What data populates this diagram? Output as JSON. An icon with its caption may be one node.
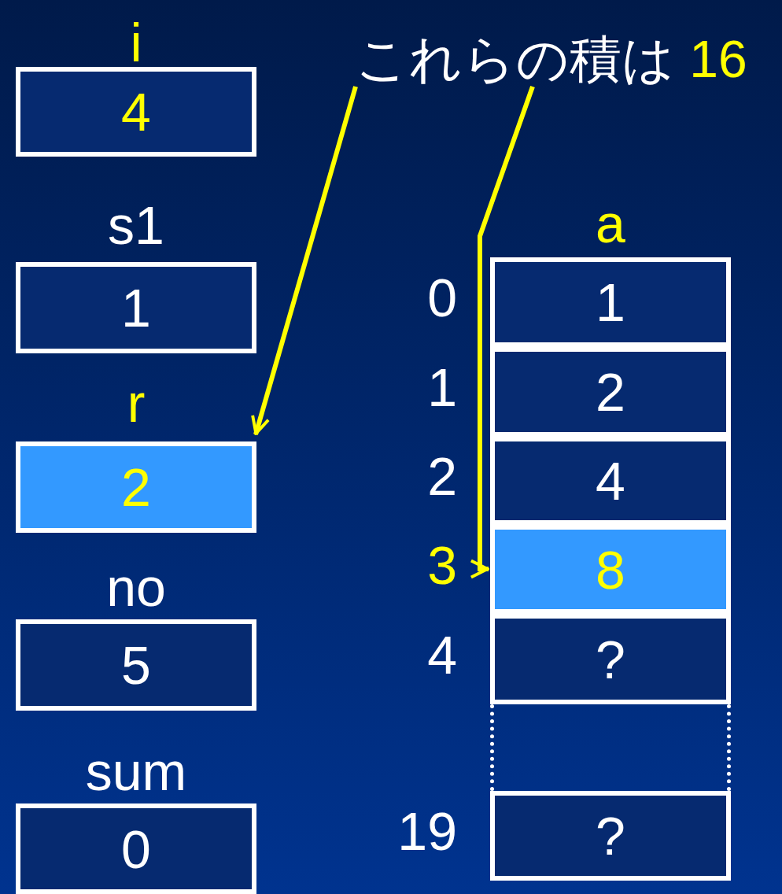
{
  "diagram": {
    "nodes": [
      {
        "text": [
          "i",
          "4"
        ]
      },
      {
        "text": [
          "s1",
          "1"
        ]
      },
      {
        "text": [
          "r",
          "2"
        ]
      },
      {
        "text": [
          "no",
          "5"
        ]
      },
      {
        "text": [
          "sum",
          "0"
        ]
      },
      {
        "text": [
          "これらの積は",
          "16"
        ]
      },
      {
        "text": [
          "a"
        ]
      },
      {
        "text": [
          "1"
        ],
        "in": 6,
        "beside": [
          "0"
        ]
      },
      {
        "text": [
          "2"
        ],
        "in": 6,
        "beside": [
          "1"
        ]
      },
      {
        "text": [
          "4"
        ],
        "in": 6,
        "beside": [
          "2"
        ]
      },
      {
        "text": [
          "8"
        ],
        "in": 6,
        "beside": [
          "3"
        ]
      },
      {
        "text": [
          "?"
        ],
        "in": 6,
        "beside": [
          "4"
        ]
      },
      {
        "text": [],
        "shape": "box",
        "in": 6
      },
      {
        "text": [
          "?"
        ],
        "in": 6,
        "beside": [
          "19"
        ]
      }
    ],
    "edges": [
      {
        "from": 5,
        "to": 2,
        "arrow": "to"
      },
      {
        "from": 5,
        "to": 10,
        "arrow": "to"
      }
    ]
  }
}
